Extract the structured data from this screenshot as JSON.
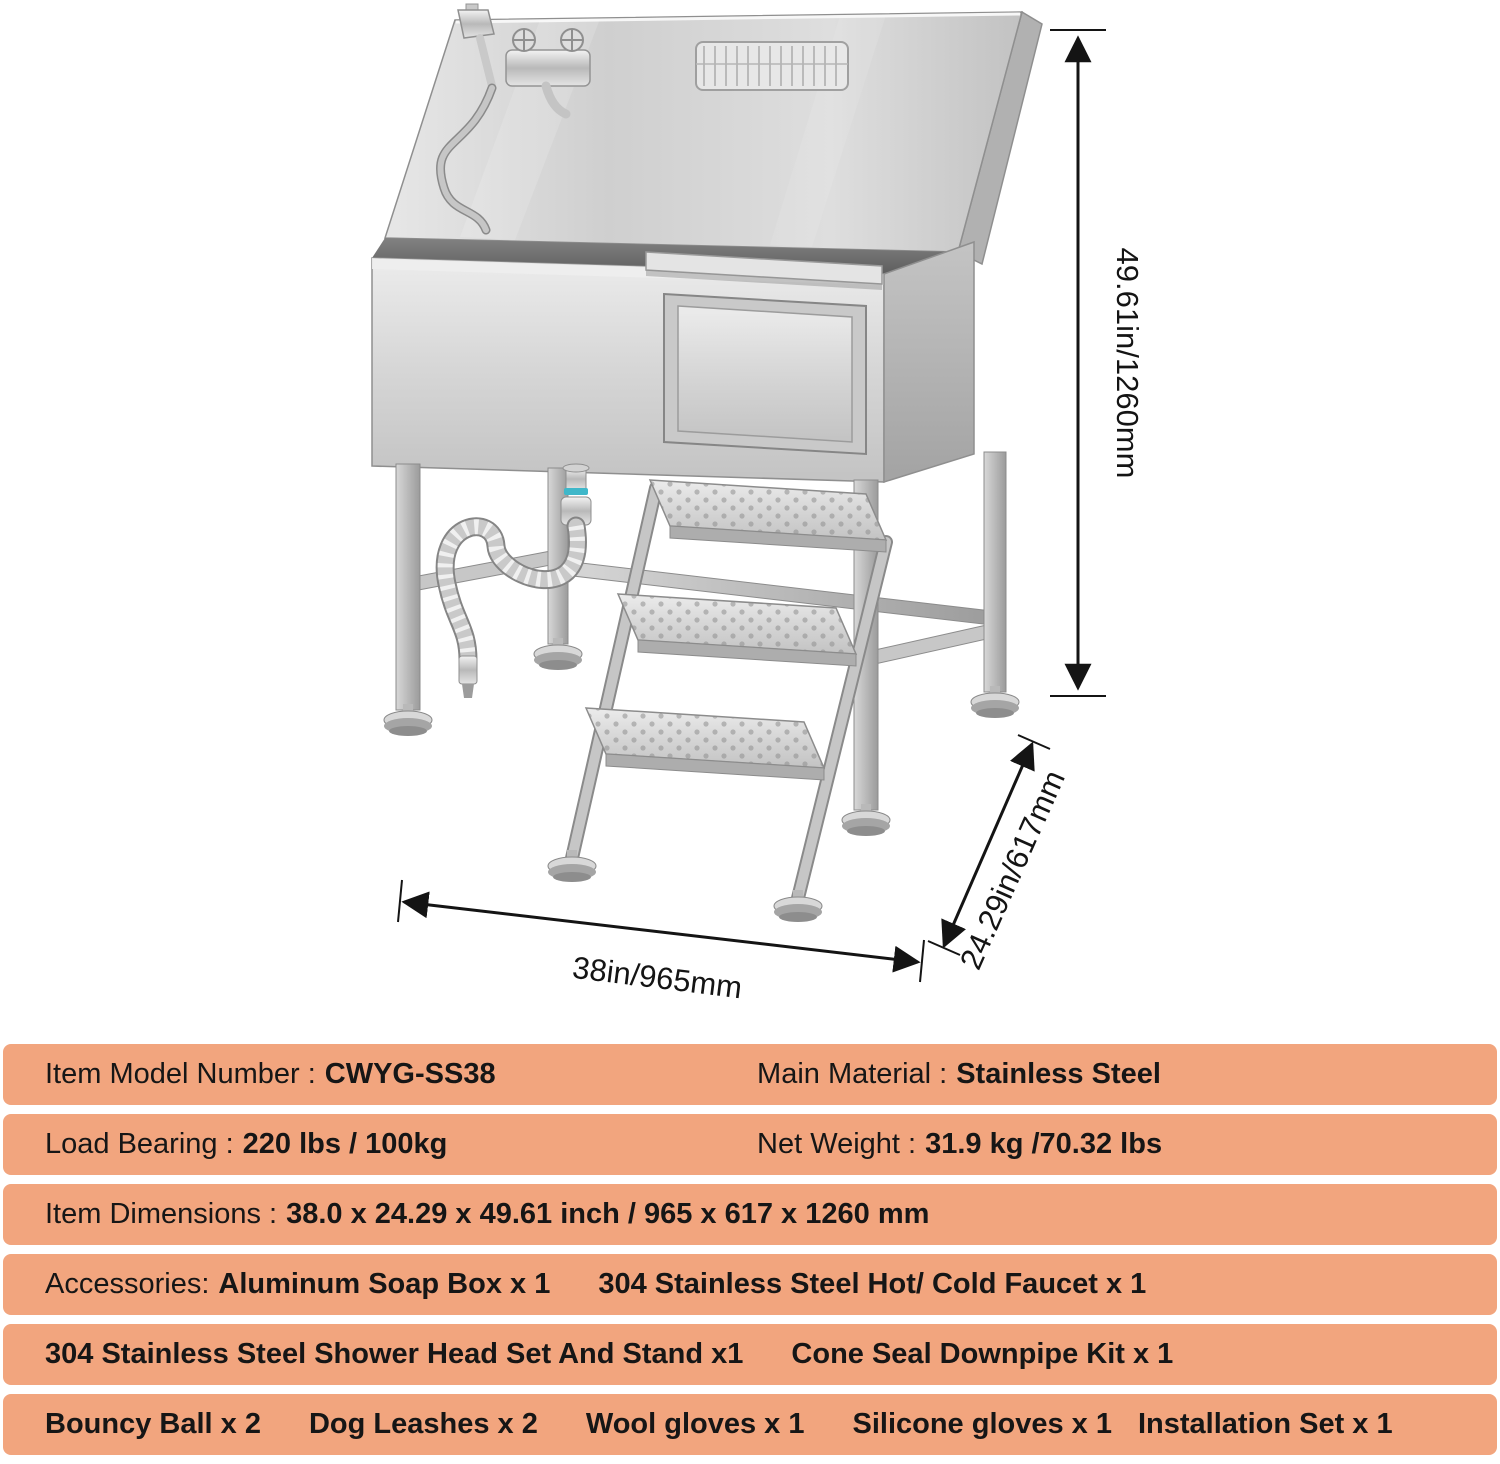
{
  "dims": {
    "height": "49.61in/1260mm",
    "width": "38in/965mm",
    "depth": "24.29in/617mm"
  },
  "specs": {
    "row1": {
      "label1": "Item Model Number :",
      "value1": "CWYG-SS38",
      "label2": "Main Material :",
      "value2": "Stainless Steel"
    },
    "row2": {
      "label1": "Load Bearing :",
      "value1": "220 lbs / 100kg",
      "label2": "Net Weight :",
      "value2": "31.9 kg /70.32 lbs"
    },
    "row3": {
      "label": "Item Dimensions :",
      "value": "38.0 x 24.29 x 49.61 inch / 965 x 617 x 1260 mm"
    },
    "row4": {
      "label": "Accessories:",
      "item1": "Aluminum Soap Box x 1",
      "item2": "304 Stainless Steel Hot/ Cold Faucet x 1"
    },
    "row5": {
      "item1": "304 Stainless Steel Shower Head Set And Stand x1",
      "item2": "Cone Seal Downpipe Kit x 1"
    },
    "row6": {
      "item1": "Bouncy Ball x 2",
      "item2": "Dog Leashes x 2",
      "item3": "Wool gloves x 1",
      "item4": "Silicone gloves x 1",
      "item5": "Installation Set x 1"
    }
  },
  "colors": {
    "spec_row_bg": "#F2A57E",
    "dimension_text": "#141414",
    "drain_ring_blue": "#3FB7C9",
    "steel_light": "#E8E8E8",
    "steel_dark": "#6E6E6E"
  }
}
